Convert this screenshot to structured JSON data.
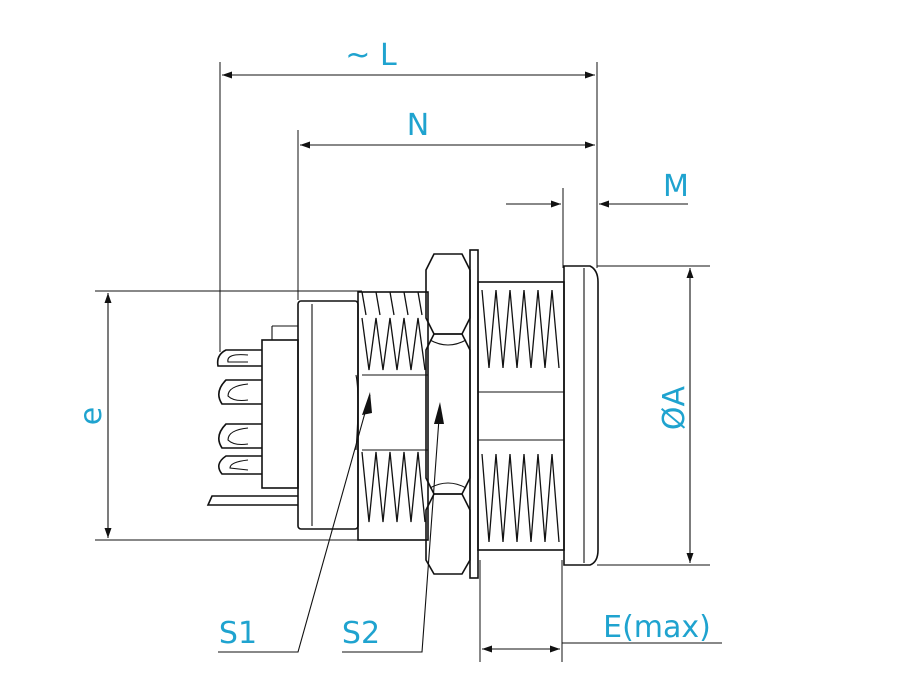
{
  "labels": {
    "L": "~ L",
    "N": "N",
    "M": "M",
    "e": "e",
    "A": "ØA",
    "E": "E(max)",
    "S1": "S1",
    "S2": "S2"
  },
  "colors": {
    "label": "#1fa3cf",
    "line": "#111111",
    "background": "#ffffff"
  }
}
